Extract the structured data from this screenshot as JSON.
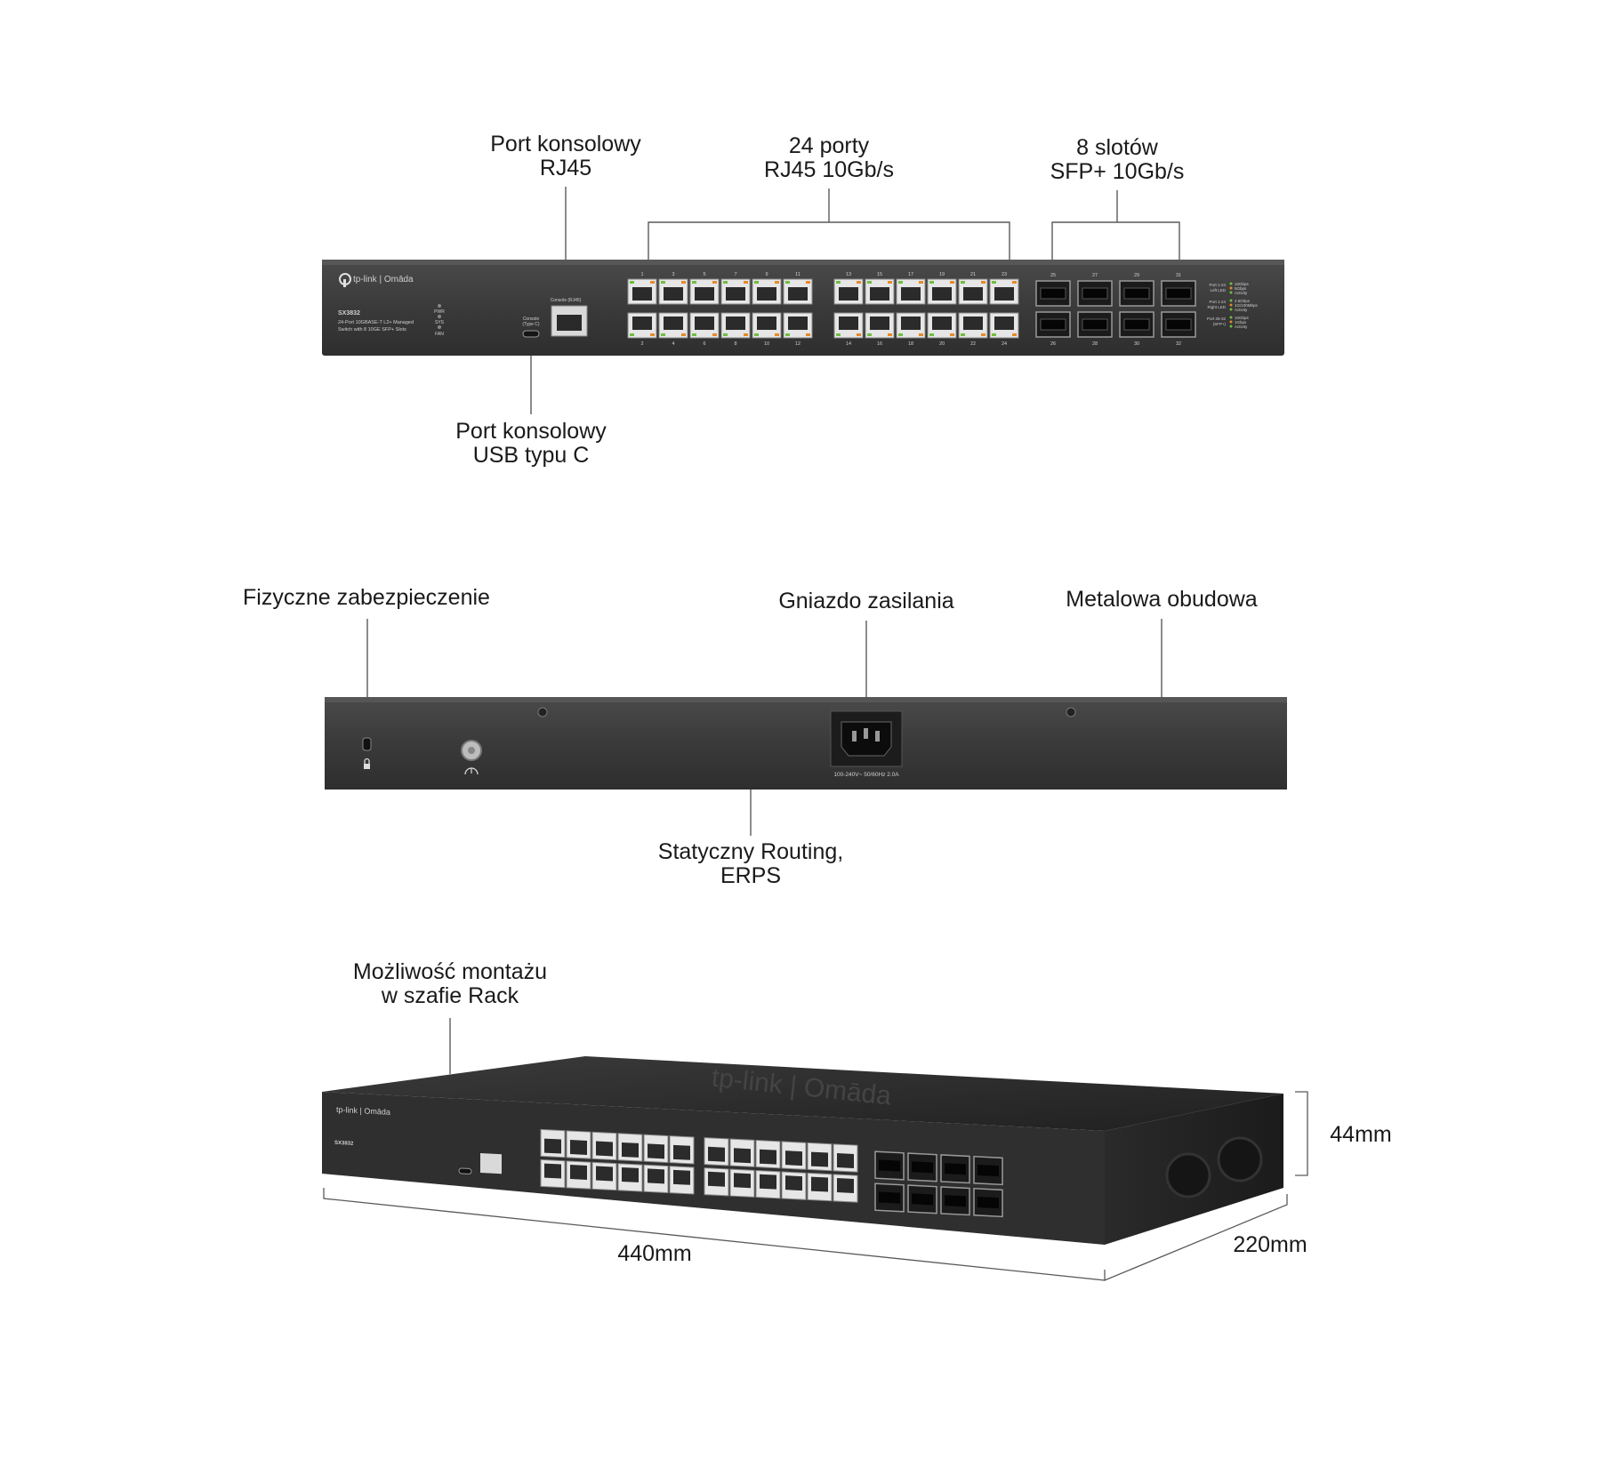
{
  "front_view": {
    "callouts": {
      "console_rj45": [
        "Port konsolowy",
        "RJ45"
      ],
      "rj45_ports": [
        "24 porty",
        "RJ45 10Gb/s"
      ],
      "sfp_slots": [
        "8 slotów",
        "SFP+ 10Gb/s"
      ],
      "console_usbc": [
        "Port konsolowy",
        "USB typu C"
      ]
    },
    "panel": {
      "brand": "tp-link | Omāda",
      "model": "SX3832",
      "description": [
        "24-Port 10GBASE-T L2+ Managed",
        "Switch with 8 10GE SFP+ Slots"
      ],
      "leds": [
        "PWR",
        "SYS",
        "FAN"
      ],
      "console_usbc_label": [
        "Console",
        "(Type C)"
      ],
      "console_rj45_label": "Console (RJ45)",
      "rj45_top_numbers": [
        "1",
        "3",
        "5",
        "7",
        "9",
        "11",
        "13",
        "15",
        "17",
        "19",
        "21",
        "23"
      ],
      "rj45_bottom_numbers": [
        "2",
        "4",
        "6",
        "8",
        "10",
        "12",
        "14",
        "16",
        "18",
        "20",
        "22",
        "24"
      ],
      "sfp_top_numbers": [
        "25",
        "27",
        "29",
        "31"
      ],
      "sfp_bottom_numbers": [
        "26",
        "28",
        "30",
        "32"
      ],
      "led_legend": [
        {
          "group": [
            "Port 1-24",
            "Left LED"
          ],
          "items": [
            "10Gbps",
            "5Gbps",
            "Activity"
          ]
        },
        {
          "group": [
            "Port 1-24",
            "Right LED"
          ],
          "items": [
            "2.5Gbps",
            "1G/100Mbps",
            "Activity"
          ]
        },
        {
          "group": [
            "Port 25-32",
            "(SFP+)"
          ],
          "items": [
            "10Gbps",
            "1Gbps",
            "Activity"
          ]
        }
      ]
    }
  },
  "rear_view": {
    "callouts": {
      "security": "Fizyczne zabezpieczenie",
      "power": "Gniazdo zasilania",
      "metal_case": "Metalowa obudowa",
      "routing": [
        "Statyczny Routing,",
        "ERPS"
      ]
    },
    "power_rating": "100-240V~ 50/60Hz 2.0A"
  },
  "perspective_view": {
    "callouts": {
      "rack": [
        "Możliwość montażu",
        "w szafie Rack"
      ]
    },
    "dimensions": {
      "width": "440mm",
      "depth": "220mm",
      "height": "44mm"
    }
  },
  "colors": {
    "chassis": "#3a3a3a",
    "chassis_dark": "#2b2b2b",
    "port": "#e6e6e6",
    "line": "#5a5a5a",
    "led_green": "#6fbf3f",
    "led_orange": "#e58a2a"
  }
}
